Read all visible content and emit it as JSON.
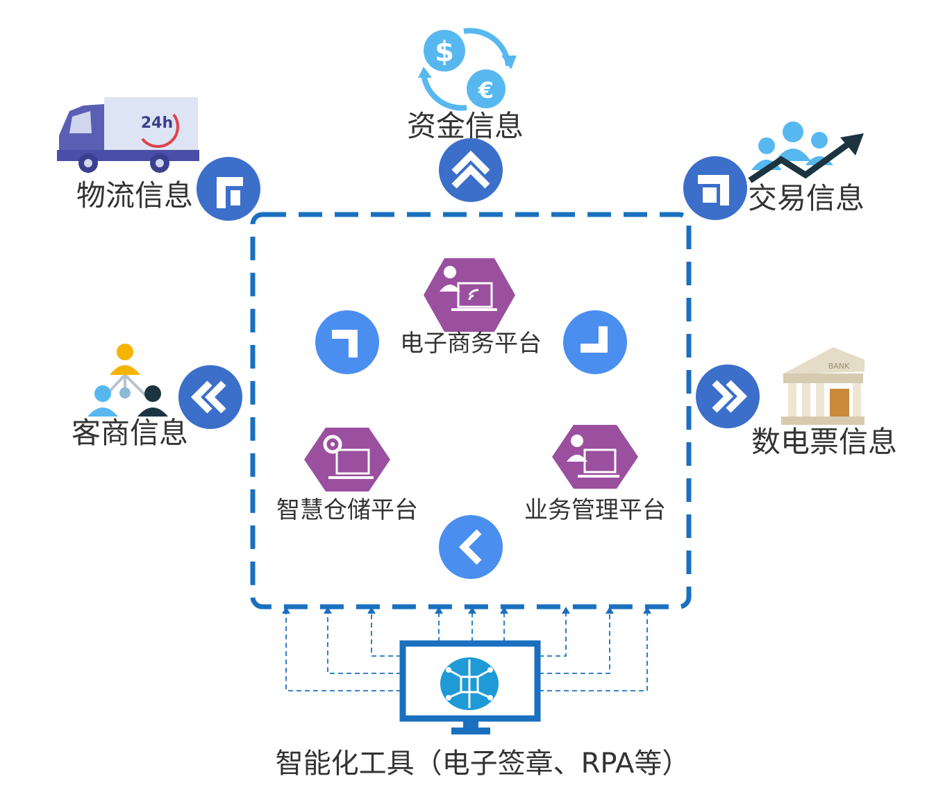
{
  "external": {
    "logistics": "物流信息",
    "funds": "资金信息",
    "transactions": "交易信息",
    "customers": "客商信息",
    "e_invoice": "数电票信息"
  },
  "platforms": {
    "ecommerce": "电子商务平台",
    "warehouse": "智慧仓储平台",
    "business": "业务管理平台"
  },
  "tools": {
    "label": "智能化工具（电子签章、RPA等）"
  },
  "icon_text": {
    "truck_badge": "24h",
    "bank_sign": "BANK"
  },
  "colors": {
    "frame_blue": "#1a70bf",
    "circle_dark": "#3b6fc9",
    "circle_light": "#4a8ef0",
    "hex_purple": "#9b4f9f",
    "icon_blue": "#57b8f0"
  }
}
